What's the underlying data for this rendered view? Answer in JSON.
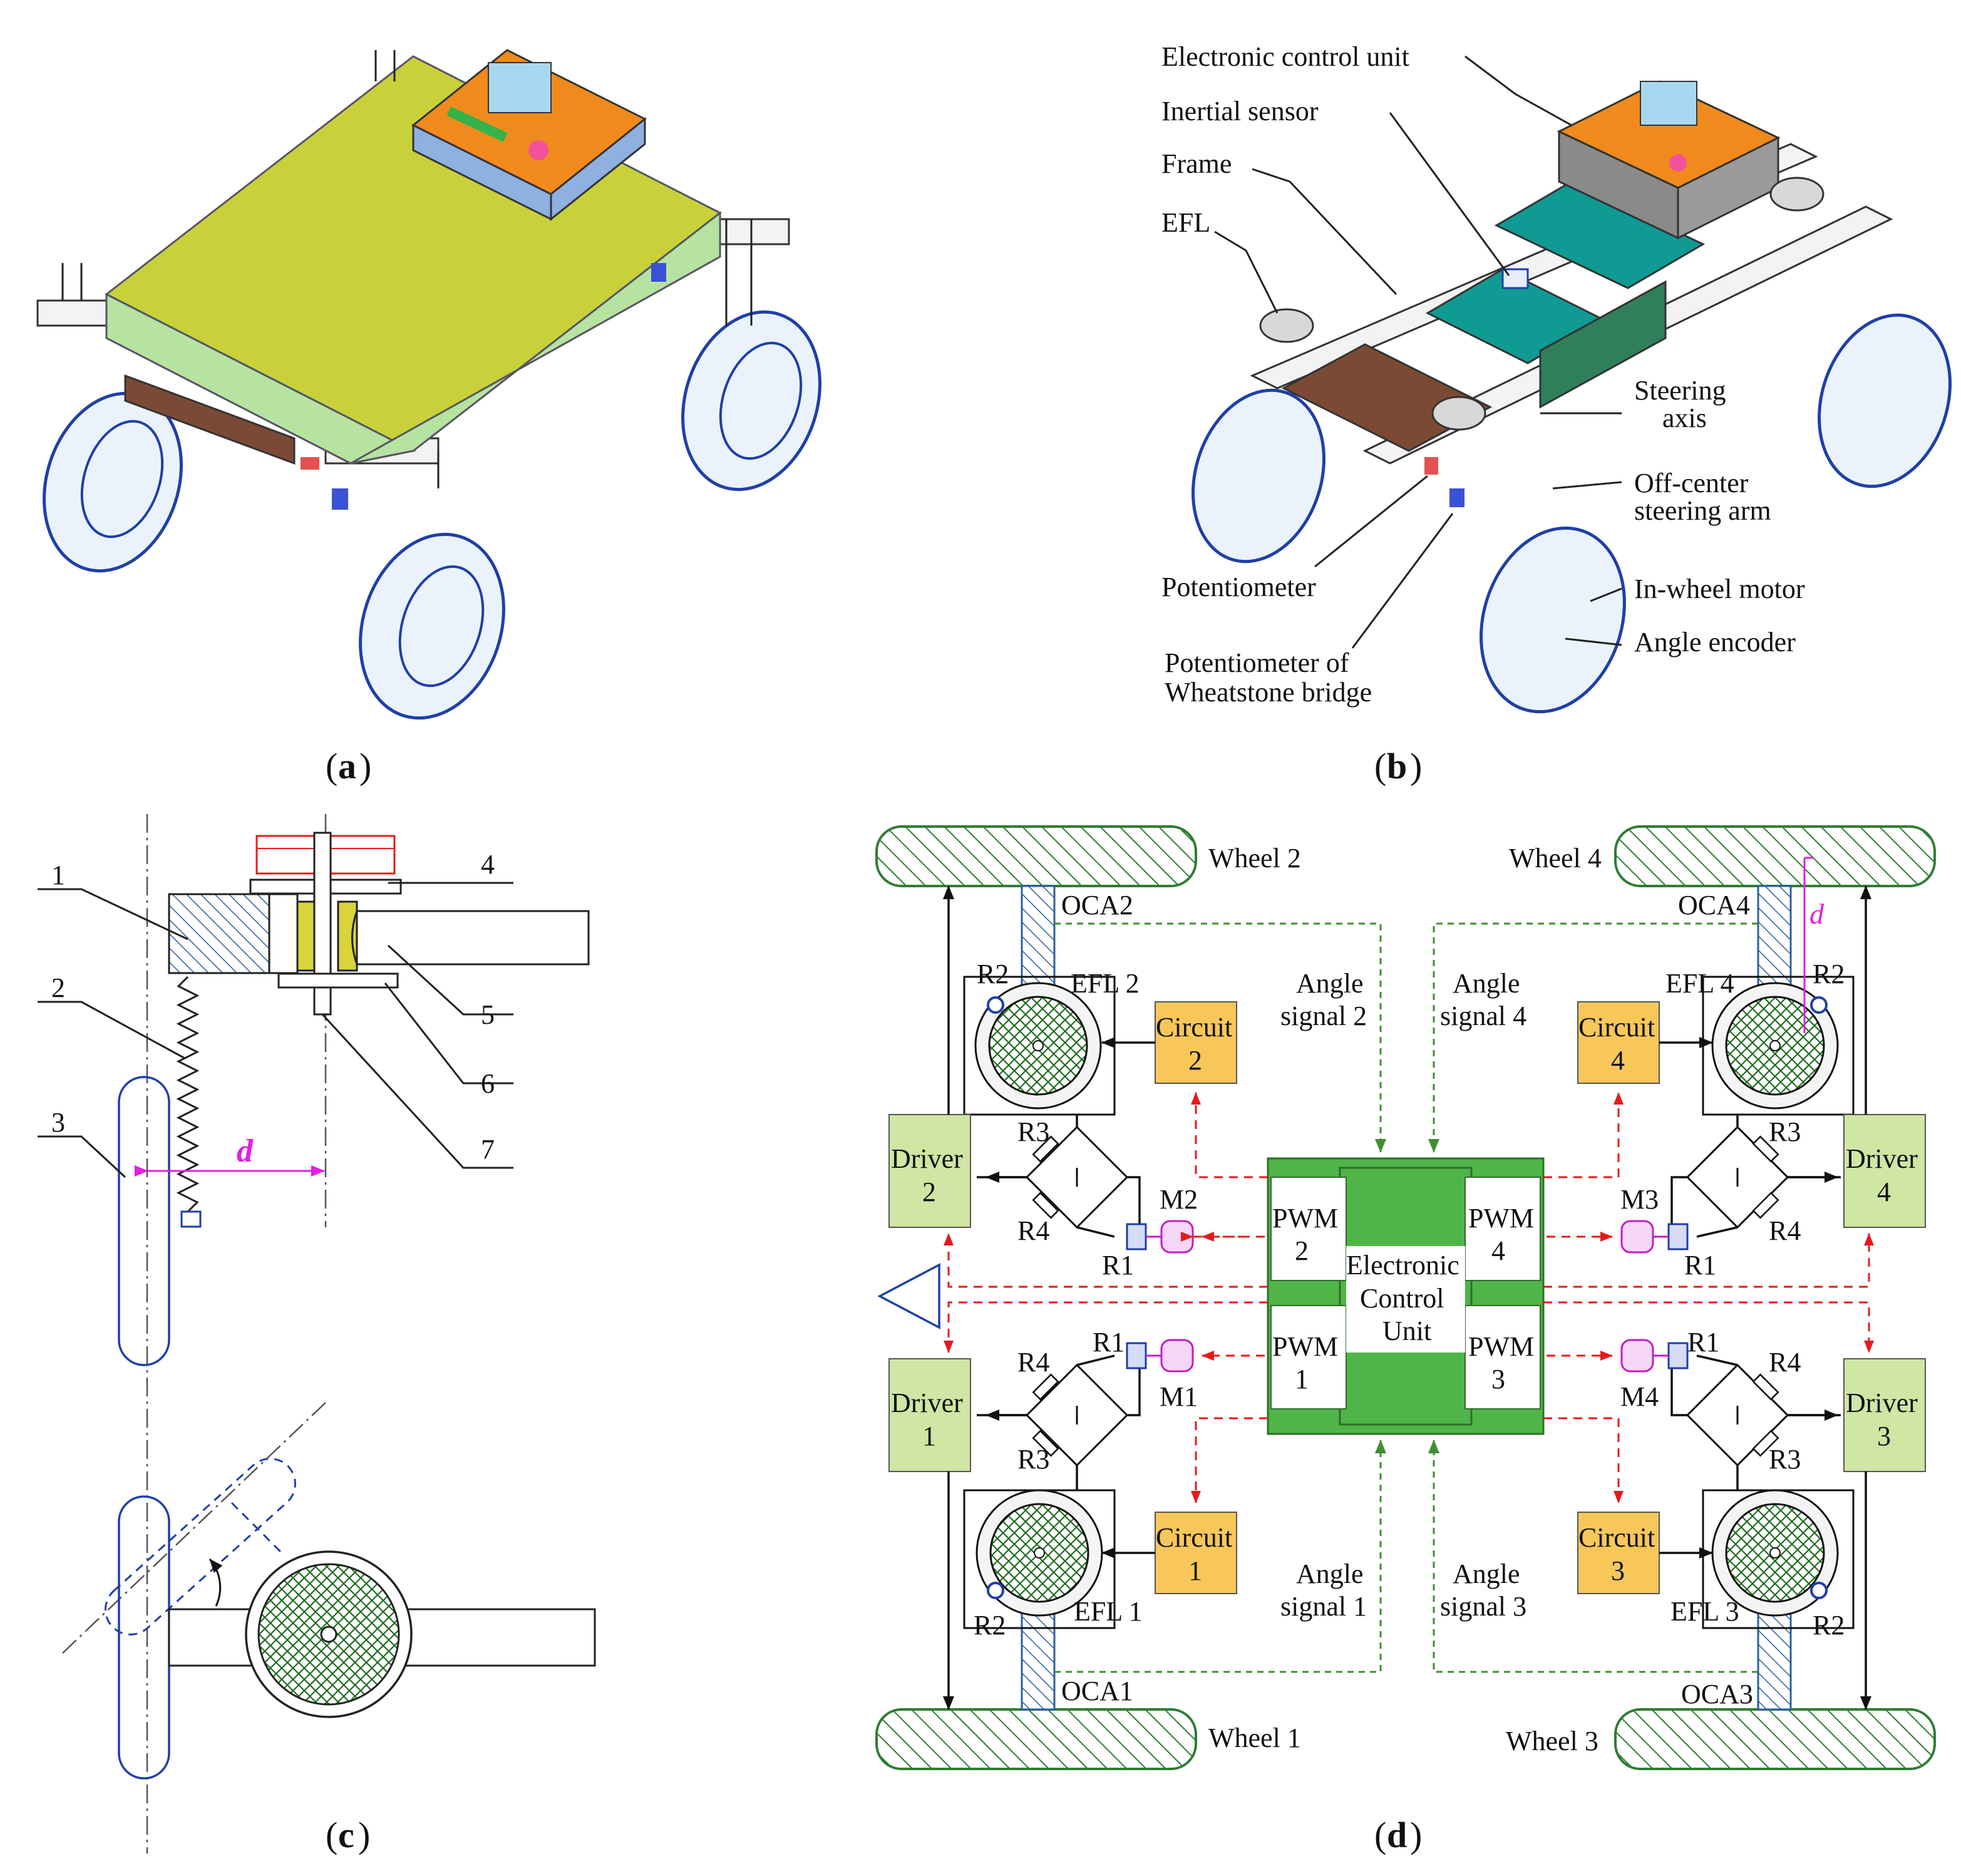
{
  "captions": {
    "a": "a",
    "b": "b",
    "c": "c",
    "d": "d"
  },
  "panel_b": {
    "labels": {
      "ecu": "Electronic control unit",
      "inertial": "Inertial sensor",
      "frame": "Frame",
      "efl": "EFL",
      "steering_axis_1": "Steering",
      "steering_axis_2": "axis",
      "offcenter_1": "Off-center",
      "offcenter_2": "steering arm",
      "potentiometer": "Potentiometer",
      "inwheel": "In-wheel motor",
      "wheat_1": "Potentiometer of",
      "wheat_2": "Wheatstone bridge",
      "encoder": "Angle encoder"
    }
  },
  "panel_c": {
    "numbers": [
      "1",
      "2",
      "3",
      "4",
      "5",
      "6",
      "7"
    ],
    "d_label": "d"
  },
  "panel_d": {
    "wheels": [
      "Wheel 1",
      "Wheel 2",
      "Wheel 3",
      "Wheel 4"
    ],
    "oca": [
      "OCA1",
      "OCA2",
      "OCA3",
      "OCA4"
    ],
    "efl": [
      "EFL 1",
      "EFL 2",
      "EFL 3",
      "EFL 4"
    ],
    "circuit_word": "Circuit",
    "driver_word": "Driver",
    "pwm_word": "PWM",
    "angle_word": "Angle",
    "signal": [
      "signal 1",
      "signal 2",
      "signal 3",
      "signal 4"
    ],
    "nums": [
      "1",
      "2",
      "3",
      "4"
    ],
    "motors": [
      "M1",
      "M2",
      "M3",
      "M4"
    ],
    "r1": "R1",
    "r2": "R2",
    "r3": "R3",
    "r4": "R4",
    "ecu": [
      "Electronic",
      "Control",
      "Unit"
    ],
    "d_label": "d"
  },
  "colors": {
    "green_ecu": "#4fb548",
    "driver_fill": "#cfe6a4",
    "circuit_fill": "#f7c75a",
    "wheel_hatch": "#2e7d32",
    "yellow_cover": "#c9d13a",
    "orange_ecu": "#f08a1c",
    "teal_plate": "#0f9a94",
    "brown_plate": "#7a4a34"
  }
}
